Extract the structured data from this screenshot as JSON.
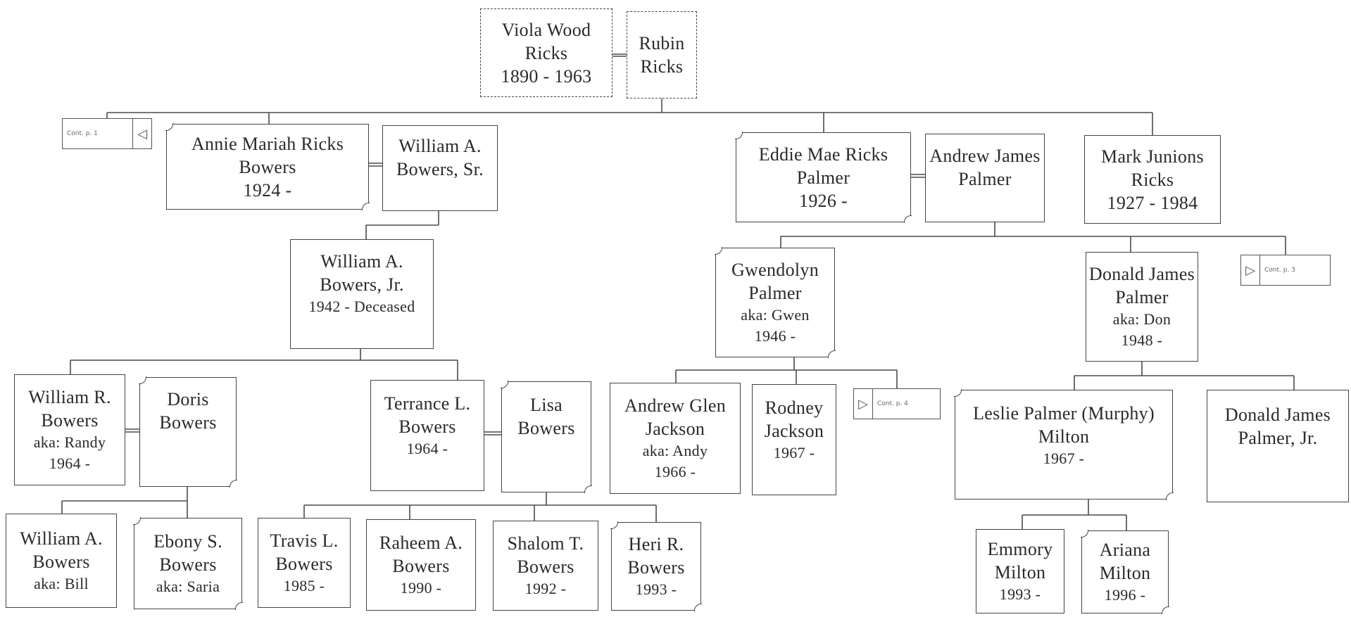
{
  "people": {
    "viola": [
      "Viola Wood",
      "Ricks",
      "1890 - 1963"
    ],
    "rubin": [
      "Rubin",
      "Ricks"
    ],
    "annie": [
      "Annie Mariah Ricks",
      "Bowers",
      "1924 -"
    ],
    "william_sr": [
      "William A.",
      "Bowers, Sr."
    ],
    "eddie": [
      "Eddie Mae Ricks",
      "Palmer",
      "1926 -"
    ],
    "andrew_james": [
      "Andrew James",
      "Palmer"
    ],
    "mark": [
      "Mark Junions",
      "Ricks",
      "1927 - 1984"
    ],
    "william_jr": [
      "William A.",
      "Bowers, Jr.",
      "1942 - Deceased"
    ],
    "gwendolyn": [
      "Gwendolyn",
      "Palmer",
      "aka: Gwen",
      "1946 -"
    ],
    "donald": [
      "Donald James",
      "Palmer",
      "aka: Don",
      "1948 -"
    ],
    "william_r": [
      "William R.",
      "Bowers",
      "aka: Randy",
      "1964 -"
    ],
    "doris": [
      "Doris",
      "Bowers"
    ],
    "terrance": [
      "Terrance L.",
      "Bowers",
      "1964 -"
    ],
    "lisa": [
      "Lisa",
      "Bowers"
    ],
    "andrew_glen": [
      "Andrew Glen",
      "Jackson",
      "aka: Andy",
      "1966 -"
    ],
    "rodney": [
      "Rodney",
      "Jackson",
      "1967 -"
    ],
    "leslie": [
      "Leslie Palmer (Murphy)",
      "Milton",
      "1967 -"
    ],
    "donald_jr": [
      "Donald James",
      "Palmer, Jr."
    ],
    "william_bill": [
      "William A.",
      "Bowers",
      "aka: Bill"
    ],
    "ebony": [
      "Ebony S.",
      "Bowers",
      "aka: Saria"
    ],
    "travis": [
      "Travis L.",
      "Bowers",
      "1985 -"
    ],
    "raheem": [
      "Raheem A.",
      "Bowers",
      "1990 -"
    ],
    "shalom": [
      "Shalom T.",
      "Bowers",
      "1992 -"
    ],
    "heri": [
      "Heri R.",
      "Bowers",
      "1993 -"
    ],
    "emmory": [
      "Emmory",
      "Milton",
      "1993 -"
    ],
    "ariana": [
      "Ariana",
      "Milton",
      "1996 -"
    ]
  },
  "continuations": {
    "cont_p1": "Cont. p. 1",
    "cont_p3": "Cont. p. 3",
    "cont_p4": "Cont. p. 4"
  }
}
